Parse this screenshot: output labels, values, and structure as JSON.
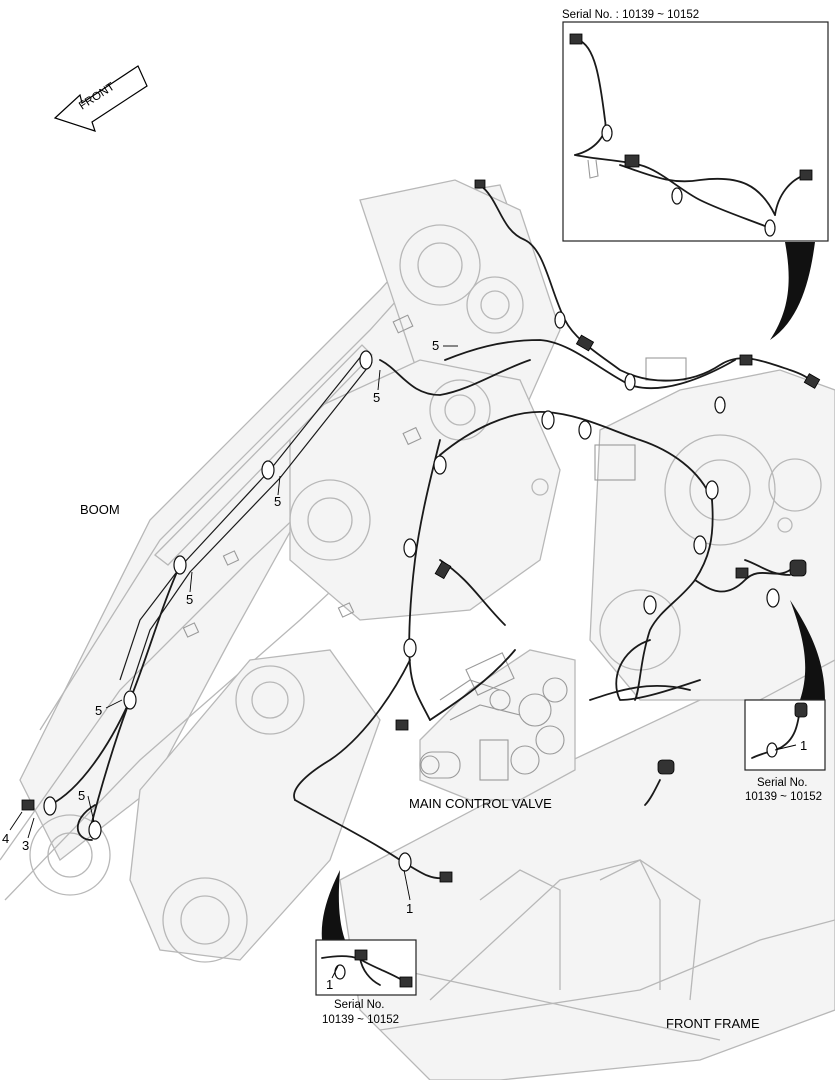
{
  "direction_arrow": {
    "label": "FRONT"
  },
  "labels": {
    "boom": "BOOM",
    "main_control_valve": "MAIN CONTROL VALVE",
    "front_frame": "FRONT FRAME"
  },
  "inset_top": {
    "serial": "Serial No. : 10139 ~ 10152"
  },
  "inset_right": {
    "callout": "1",
    "serial_line1": "Serial No.",
    "serial_line2": "10139 ~ 10152"
  },
  "inset_bottom": {
    "callout": "1",
    "serial_line1": "Serial No.",
    "serial_line2": "10139 ~ 10152"
  },
  "callouts": {
    "c5_a": "5",
    "c5_b": "5",
    "c5_c": "5",
    "c5_d": "5",
    "c5_e": "5",
    "c5_f": "5",
    "c4": "4",
    "c3": "3",
    "c1_main": "1"
  },
  "colors": {
    "line": "#1a1a1a",
    "body": "#b8b8b8",
    "background": "#ffffff"
  }
}
